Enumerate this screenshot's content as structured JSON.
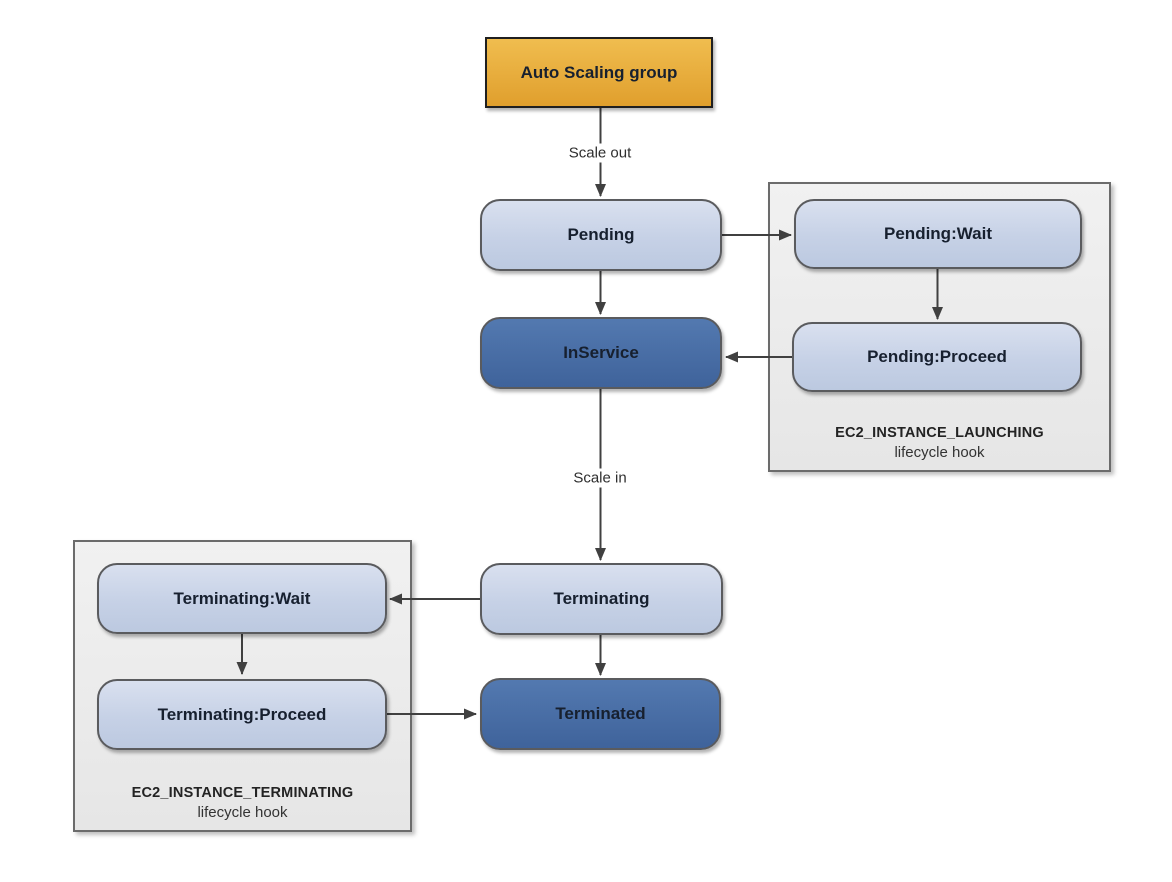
{
  "nodes": {
    "asg": {
      "label": "Auto Scaling group"
    },
    "pending": {
      "label": "Pending"
    },
    "pending_wait": {
      "label": "Pending:Wait"
    },
    "pending_proceed": {
      "label": "Pending:Proceed"
    },
    "inservice": {
      "label": "InService"
    },
    "terminating": {
      "label": "Terminating"
    },
    "terminating_wait": {
      "label": "Terminating:Wait"
    },
    "terminating_proceed": {
      "label": "Terminating:Proceed"
    },
    "terminated": {
      "label": "Terminated"
    }
  },
  "edge_labels": {
    "scale_out": "Scale out",
    "scale_in": "Scale in"
  },
  "groups": {
    "launching": {
      "title": "EC2_INSTANCE_LAUNCHING",
      "subtitle": "lifecycle hook"
    },
    "terminating": {
      "title": "EC2_INSTANCE_TERMINATING",
      "subtitle": "lifecycle hook"
    }
  },
  "edges": [
    {
      "from": "asg",
      "to": "pending",
      "label": "Scale out"
    },
    {
      "from": "pending",
      "to": "pending_wait",
      "label": ""
    },
    {
      "from": "pending",
      "to": "inservice",
      "label": ""
    },
    {
      "from": "pending_wait",
      "to": "pending_proceed",
      "label": ""
    },
    {
      "from": "pending_proceed",
      "to": "inservice",
      "label": ""
    },
    {
      "from": "inservice",
      "to": "terminating",
      "label": "Scale in"
    },
    {
      "from": "terminating",
      "to": "terminating_wait",
      "label": ""
    },
    {
      "from": "terminating_wait",
      "to": "terminating_proceed",
      "label": ""
    },
    {
      "from": "terminating_proceed",
      "to": "terminated",
      "label": ""
    },
    {
      "from": "terminating",
      "to": "terminated",
      "label": ""
    }
  ],
  "colors": {
    "asg_fill_top": "#F0BD4F",
    "asg_fill_bottom": "#E09F2D",
    "asg_border": "#1F1F1F",
    "state_fill_top": "#D9E0EF",
    "state_fill_mid": "#C6D1E6",
    "state_fill_bottom": "#BCC9E0",
    "state_border": "#5A5B5E",
    "active_fill_top": "#5379B0",
    "active_fill_bottom": "#3F639B",
    "group_fill_top": "#F1F1F1",
    "group_fill_bottom": "#E6E6E6",
    "group_border": "#6B6B6B",
    "arrow": "#404040",
    "text": "#17202F"
  }
}
